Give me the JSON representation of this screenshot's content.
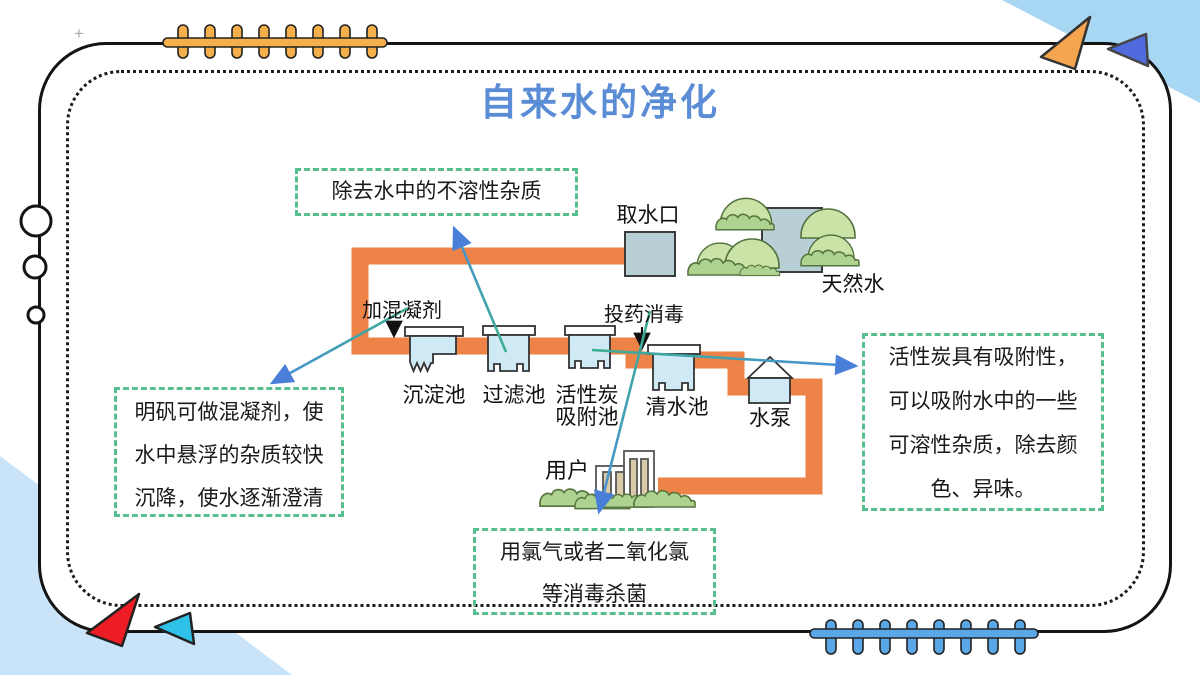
{
  "title": "自来水的净化",
  "labels": {
    "intake": "取水口",
    "natural_water": "天然水",
    "add_coagulant": "加混凝剂",
    "sedimentation_tank": "沉淀池",
    "filter_tank": "过滤池",
    "carbon_tank": "活性炭\n吸附池",
    "dosing_disinfection": "投药消毒",
    "clear_water_tank": "清水池",
    "water_pump": "水泵",
    "users": "用户"
  },
  "annotations": {
    "insoluble_note": "除去水中的不溶性杂质",
    "alum_note": "明矾可做混凝剂，使\n水中悬浮的杂质较快\n沉降，使水逐渐澄清",
    "carbon_note": "活性炭具有吸附性，\n可以吸附水中的一些\n可溶性杂质，除去颜\n色、异味。",
    "chlorine_note": "用氯气或者二氧化氯\n等消毒杀菌"
  },
  "palette": {
    "title_blue": "#5b8cd6",
    "pipe_orange": "#ee8347",
    "tank_blue": "#cfe9f5",
    "water_gray_blue": "#b9cfd6",
    "dashed_green": "#57be8f",
    "arrow_green": "#3caf8f",
    "arrow_blue": "#4a7fd9",
    "zipper_orange": "#f5b04c",
    "zipper_blue": "#5aa7e8",
    "corner_blue": "#a8d7f3"
  }
}
